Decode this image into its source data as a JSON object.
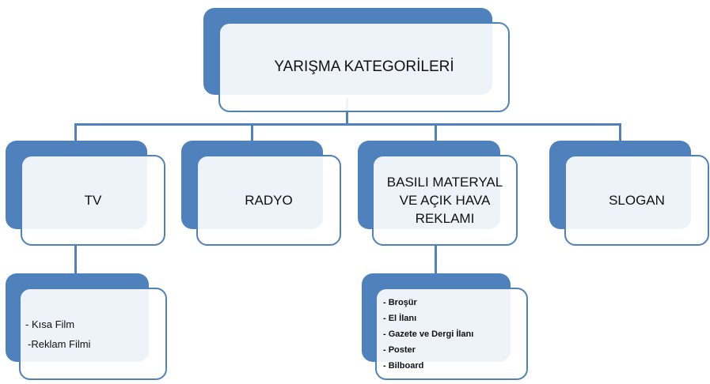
{
  "root": {
    "label": "YARIŞMA KATEGORİLERİ"
  },
  "categories": [
    {
      "label": "TV"
    },
    {
      "label": "RADYO"
    },
    {
      "label": "BASILI MATERYAL VE AÇIK HAVA REKLAMI"
    },
    {
      "label": "SLOGAN"
    }
  ],
  "tv_items": [
    "- Kısa Film",
    "-Reklam Filmi"
  ],
  "print_items": [
    "- Broşür",
    "- El İlanı",
    "- Gazete ve Dergi  İlanı",
    "- Poster",
    "- Bilboard"
  ],
  "colors": {
    "accent": "#4f81bd"
  }
}
